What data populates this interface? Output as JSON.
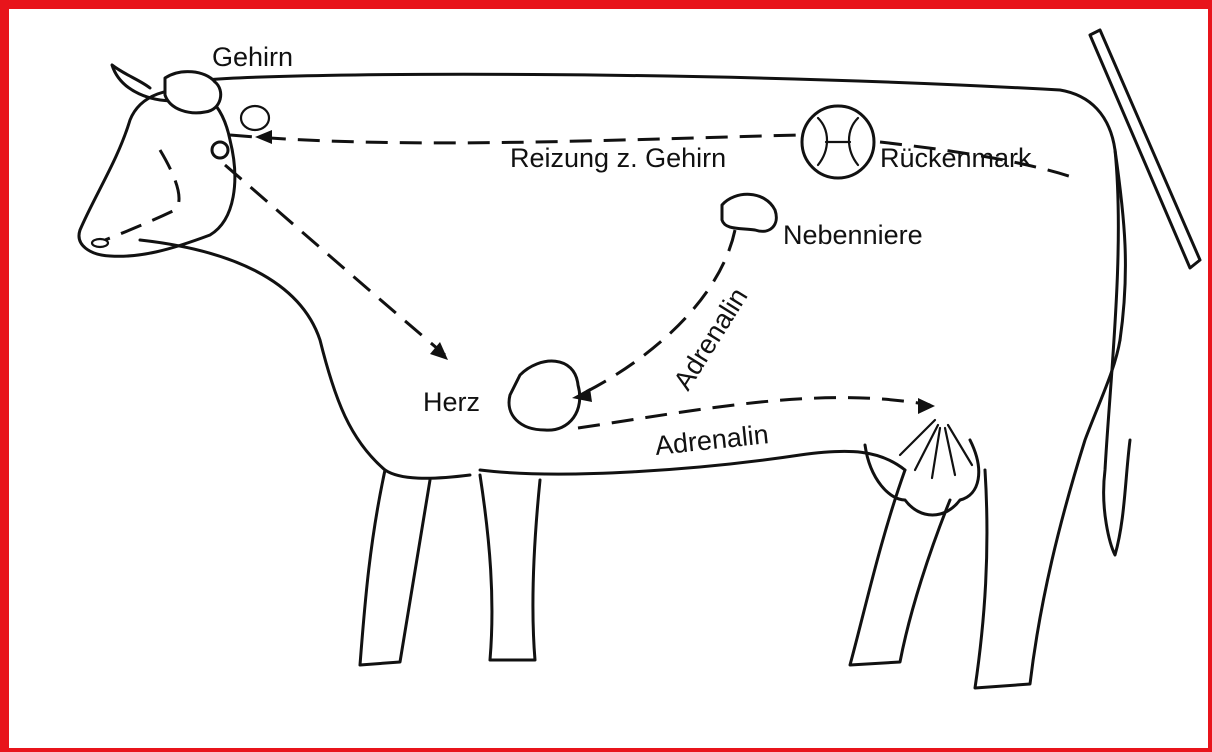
{
  "labels": {
    "brain": "Gehirn",
    "signal_to_brain": "Reizung z. Gehirn",
    "spinal_cord": "Rückenmark",
    "adrenal_gland": "Nebenniere",
    "adrenaline_diagonal": "Adrenalin",
    "heart": "Herz",
    "adrenaline_lower": "Adrenalin"
  },
  "colors": {
    "frame": "#e8141b",
    "ink": "#111111",
    "background": "#ffffff"
  }
}
